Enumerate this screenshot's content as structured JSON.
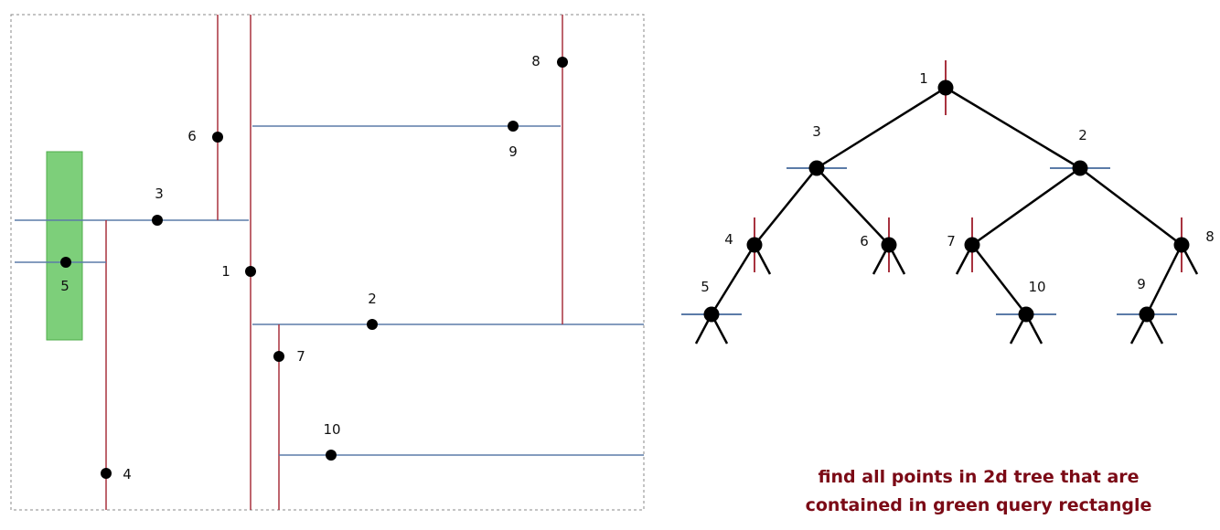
{
  "colors": {
    "vertical_split": "#a8323f",
    "horizontal_split": "#5b7ba8",
    "query_rect_fill": "#7dcf7a",
    "query_rect_stroke": "#4fae4b",
    "point": "#000000",
    "frame": "#888888",
    "caption": "#7b0a16",
    "highlight_label": "#1d6b12",
    "tree_edge": "#000000"
  },
  "plane": {
    "points": [
      {
        "id": "1",
        "label": "1"
      },
      {
        "id": "2",
        "label": "2"
      },
      {
        "id": "3",
        "label": "3"
      },
      {
        "id": "4",
        "label": "4"
      },
      {
        "id": "5",
        "label": "5",
        "highlight": true
      },
      {
        "id": "6",
        "label": "6"
      },
      {
        "id": "7",
        "label": "7"
      },
      {
        "id": "8",
        "label": "8"
      },
      {
        "id": "9",
        "label": "9"
      },
      {
        "id": "10",
        "label": "10"
      }
    ]
  },
  "tree": {
    "nodes": [
      {
        "id": "1",
        "label": "1",
        "split": "vertical"
      },
      {
        "id": "3",
        "label": "3",
        "split": "horizontal",
        "parent": "1"
      },
      {
        "id": "2",
        "label": "2",
        "split": "horizontal",
        "parent": "1"
      },
      {
        "id": "4",
        "label": "4",
        "split": "vertical",
        "parent": "3"
      },
      {
        "id": "6",
        "label": "6",
        "split": "vertical",
        "parent": "3"
      },
      {
        "id": "7",
        "label": "7",
        "split": "vertical",
        "parent": "2"
      },
      {
        "id": "8",
        "label": "8",
        "split": "vertical",
        "parent": "2"
      },
      {
        "id": "5",
        "label": "5",
        "split": "horizontal",
        "parent": "4"
      },
      {
        "id": "10",
        "label": "10",
        "split": "horizontal",
        "parent": "7"
      },
      {
        "id": "9",
        "label": "9",
        "split": "horizontal",
        "parent": "8"
      }
    ]
  },
  "caption": {
    "line1": "find all points in 2d tree that are",
    "line2": "contained in green query rectangle"
  }
}
